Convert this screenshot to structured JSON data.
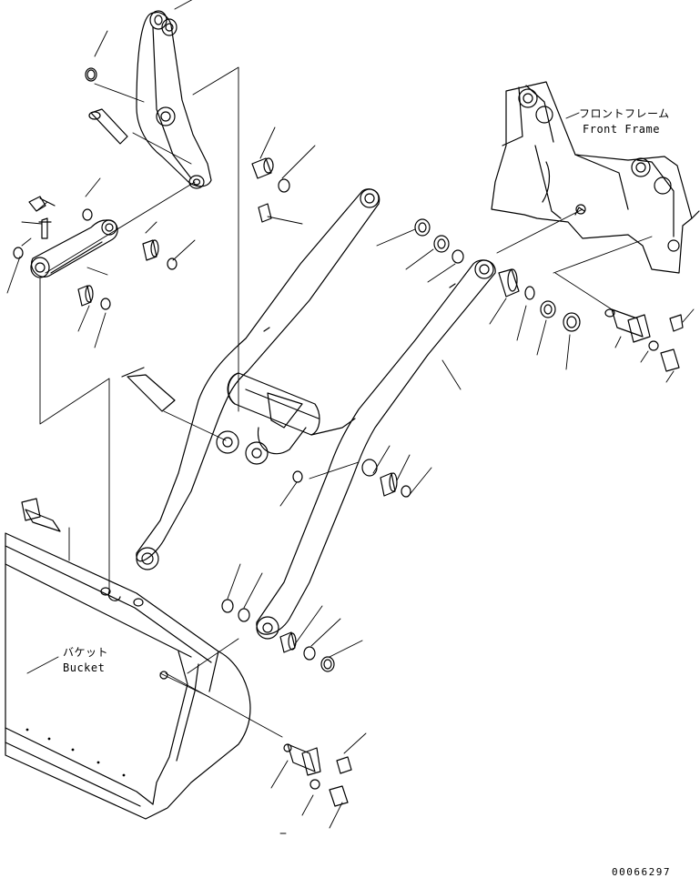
{
  "labels": {
    "front_frame_jp": "フロントフレーム",
    "front_frame_en": "Front Frame",
    "bucket_jp": "バケット",
    "bucket_en": "Bucket"
  },
  "drawing_code": "00066297"
}
